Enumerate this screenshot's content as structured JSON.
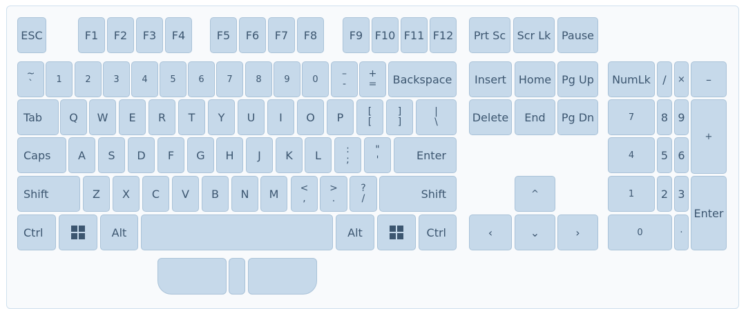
{
  "keys": {
    "esc": "ESC",
    "f1": "F1",
    "f2": "F2",
    "f3": "F3",
    "f4": "F4",
    "f5": "F5",
    "f6": "F6",
    "f7": "F7",
    "f8": "F8",
    "f9": "F9",
    "f10": "F10",
    "f11": "F11",
    "f12": "F12",
    "prtsc": "Prt Sc",
    "scrlk": "Scr Lk",
    "pause": "Pause",
    "tilde_top": "~",
    "tilde_bottom": "`",
    "d1": "1",
    "d2": "2",
    "d3": "3",
    "d4": "4",
    "d5": "5",
    "d6": "6",
    "d7": "7",
    "d8": "8",
    "d9": "9",
    "d0": "0",
    "minus_top": "–",
    "minus_bottom": "-",
    "equal_top": "+",
    "equal_bottom": "=",
    "backspace": "Backspace",
    "insert": "Insert",
    "home": "Home",
    "pgup": "Pg Up",
    "numlk": "NumLk",
    "np_div": "/",
    "np_mul": "×",
    "np_sub": "–",
    "tab": "Tab",
    "q": "Q",
    "w": "W",
    "e": "E",
    "r": "R",
    "t": "T",
    "y": "Y",
    "u": "U",
    "i": "I",
    "o": "O",
    "p": "P",
    "lbracket_top": "[",
    "lbracket_bottom": "[",
    "rbracket_top": "]",
    "rbracket_bottom": "]",
    "backslash_top": "|",
    "backslash_bottom": "\\",
    "delete": "Delete",
    "end": "End",
    "pgdn": "Pg Dn",
    "np7": "7",
    "np8": "8",
    "np9": "9",
    "np_add": "+",
    "caps": "Caps",
    "a": "A",
    "s": "S",
    "d": "D",
    "f": "F",
    "g": "G",
    "h": "H",
    "j": "J",
    "k": "K",
    "l": "L",
    "semicolon_top": ":",
    "semicolon_bottom": ";",
    "quote_top": "\"",
    "quote_bottom": "'",
    "enter": "Enter",
    "np4": "4",
    "np5": "5",
    "np6": "6",
    "shift_left": "Shift",
    "z": "Z",
    "x": "X",
    "c": "C",
    "v": "V",
    "b": "B",
    "n": "N",
    "m": "M",
    "comma_top": "<",
    "comma_bottom": ",",
    "period_top": ">",
    "period_bottom": ".",
    "slash_top": "?",
    "slash_bottom": "/",
    "shift_right": "Shift",
    "arrow_up": "^",
    "np1": "1",
    "np2": "2",
    "np3": "3",
    "np_enter": "Enter",
    "ctrl_left": "Ctrl",
    "alt_left": "Alt",
    "alt_right": "Alt",
    "ctrl_right": "Ctrl",
    "arrow_left": "‹",
    "arrow_down": "⌄",
    "arrow_right": "›",
    "np0": "0",
    "np_dot": "·"
  },
  "colors": {
    "key_fill": "#c6d9ea",
    "key_border": "#a9c2d8",
    "key_text": "#3c5670"
  },
  "icons": {
    "windows": "windows-logo-icon"
  }
}
